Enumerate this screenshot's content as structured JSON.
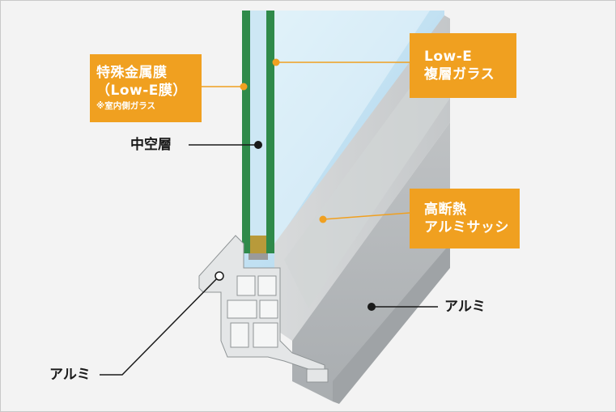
{
  "colors": {
    "callout_fill": "#f0a020",
    "callout_text": "#ffffff",
    "label_text": "#1a1a1a",
    "glass_pane_green": "#2f8a4a",
    "glass_tint": "#bfe0f0",
    "aluminum": "#cfd2d4",
    "spacer_dessicant": "#b89a3a",
    "background": "#f3f3f3"
  },
  "callouts": {
    "metal_film": {
      "line1": "特殊金属膜",
      "line2": "（Low-E膜）",
      "note": "※室内側ガラス"
    },
    "lowe_glass": {
      "line1": "Low-E",
      "line2": "複層ガラス"
    },
    "sash": {
      "line1": "高断熱",
      "line2": "アルミサッシ"
    }
  },
  "labels": {
    "hollow_layer": "中空層",
    "aluminum_right": "アルミ",
    "aluminum_left": "アルミ"
  },
  "icons": {
    "leader_dot": "filled-circle",
    "window_cross_section": "window-sash-cross-section-illustration"
  }
}
